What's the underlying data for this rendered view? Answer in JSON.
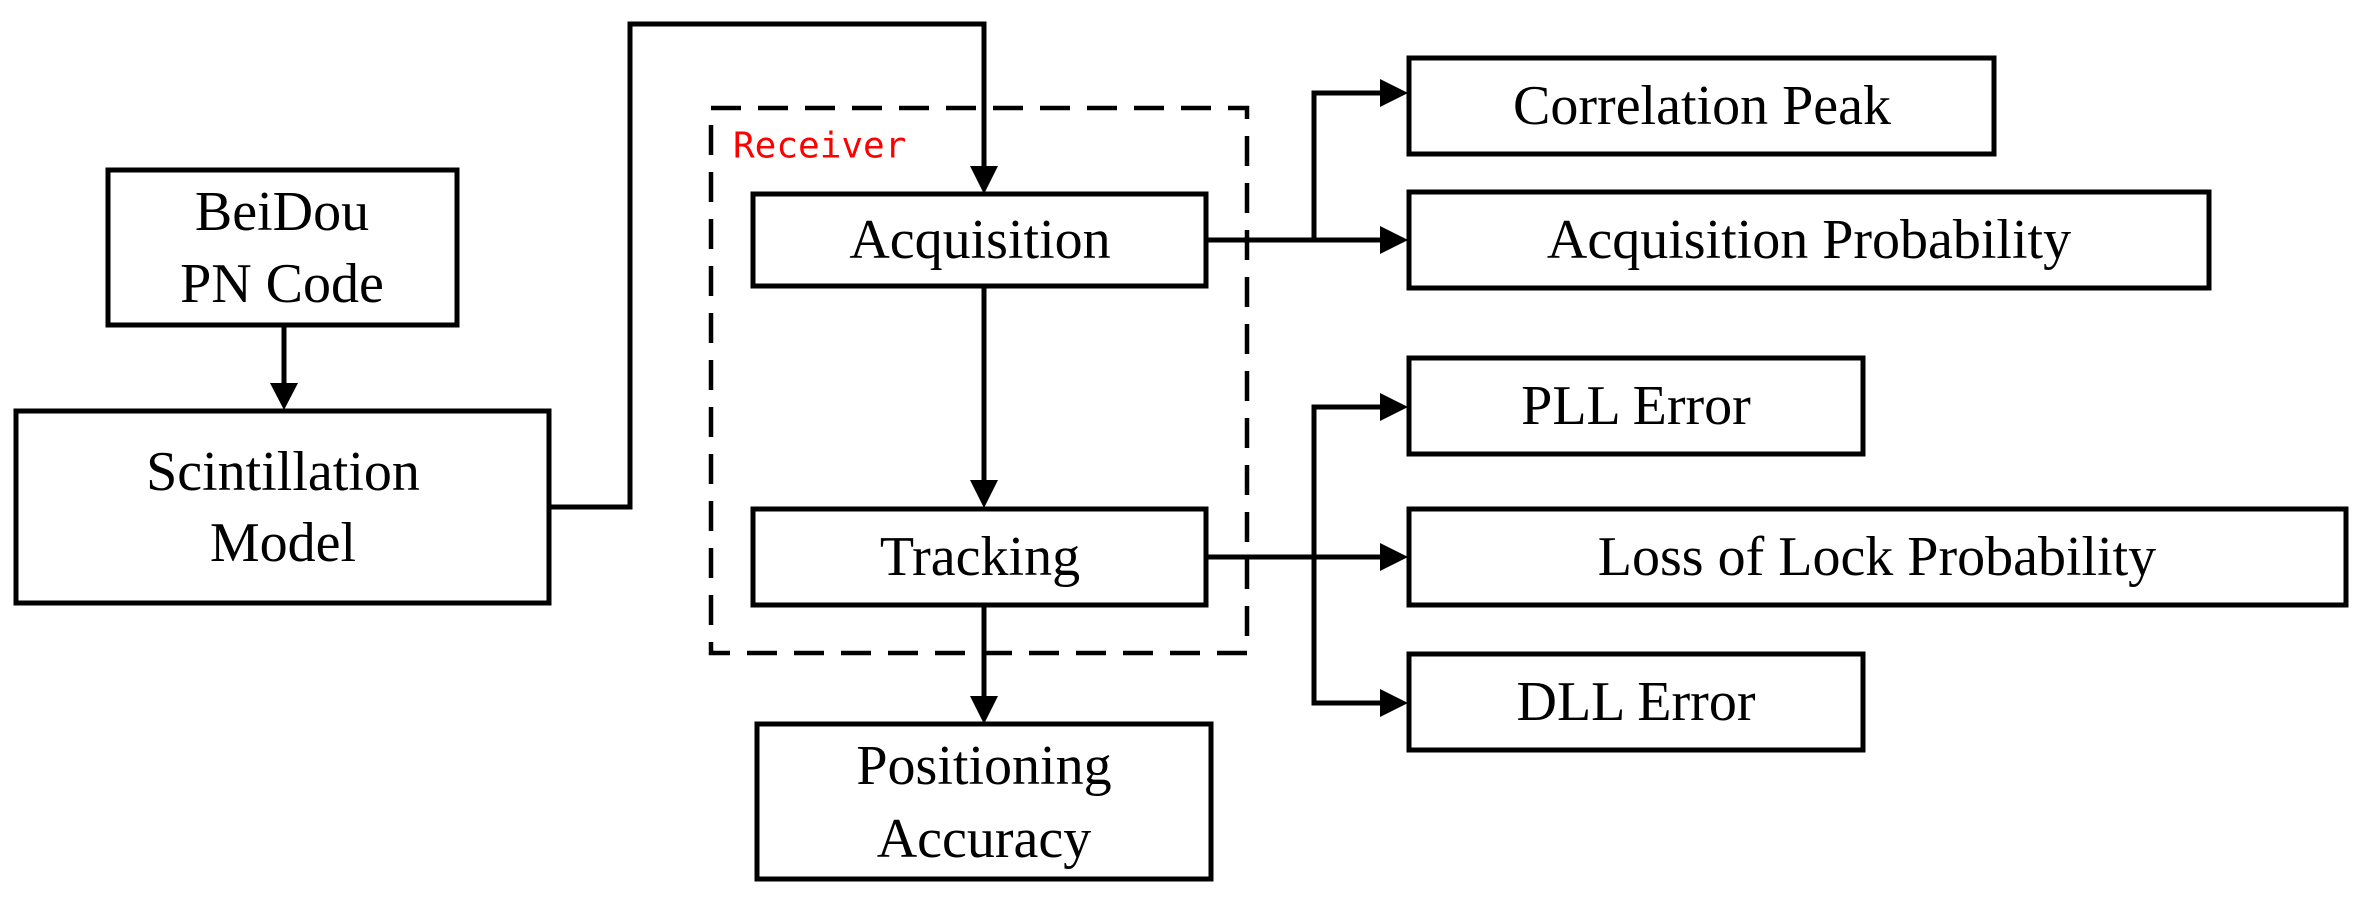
{
  "diagram": {
    "source": {
      "line1": "BeiDou",
      "line2": "PN Code"
    },
    "model": {
      "line1": "Scintillation",
      "line2": "Model"
    },
    "receiver": {
      "label": "Receiver",
      "color": "#ff0000"
    },
    "acquisition": "Acquisition",
    "tracking": "Tracking",
    "positioning": {
      "line1": "Positioning",
      "line2": "Accuracy"
    },
    "acquisition_outputs": [
      "Correlation Peak",
      "Acquisition Probability"
    ],
    "tracking_outputs": [
      "PLL Error",
      "Loss of Lock Probability",
      "DLL Error"
    ]
  }
}
